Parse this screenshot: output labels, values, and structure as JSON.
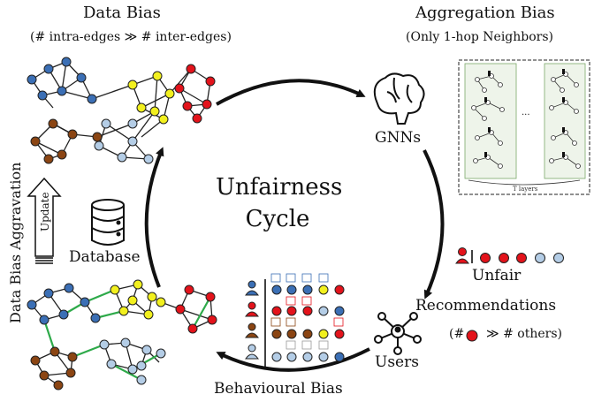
{
  "labels": {
    "data_bias_title": "Data Bias",
    "data_bias_sub": "(# intra-edges ≫ # inter-edges)",
    "aggregation_title": "Aggregation Bias",
    "aggregation_sub": "(Only 1-hop  Neighbors)",
    "center_line1": "Unfairness",
    "center_line2": "Cycle",
    "gnns": "GNNs",
    "unfair_line1": "Unfair",
    "unfair_line2": "Recommendations",
    "ratio_prefix": "(#",
    "ratio_suffix": "≫ # others)",
    "users": "Users",
    "behavioural_bias": "Behavioural Bias",
    "database": "Database",
    "update": "Update",
    "aggravation": "Data Bias Aggravation",
    "layers_caption": "T layers",
    "ellipsis": "..."
  },
  "colors": {
    "blue": "#3b6fb5",
    "yellow": "#f2f01e",
    "red": "#e3131b",
    "brown": "#8b4513",
    "lightblue": "#b4cde6",
    "green": "#2eaa4a",
    "edge": "#222222"
  },
  "icons": {
    "brain": "brain-icon",
    "database": "database-icon",
    "users": "users-network-icon",
    "update": "update-arrow-icon",
    "user": "user-icon",
    "like": "thumbs-up-icon"
  }
}
